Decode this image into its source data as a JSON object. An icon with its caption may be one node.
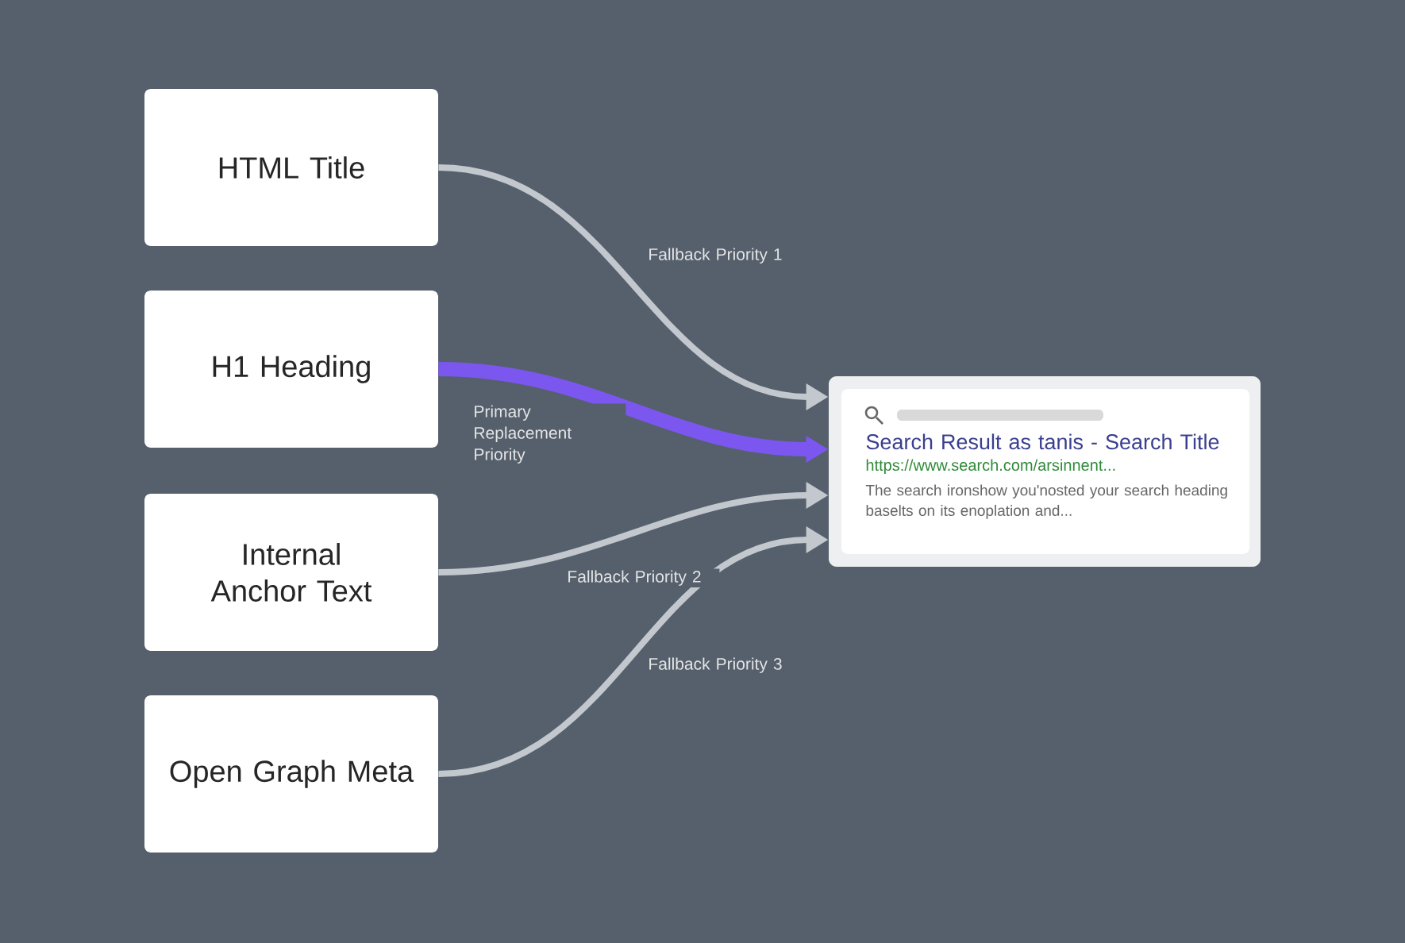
{
  "diagram": {
    "nodes": [
      {
        "text": [
          "HTML Title"
        ]
      },
      {
        "text": [
          "H1 Heading"
        ]
      },
      {
        "text": [
          "Internal Anchor Text"
        ]
      },
      {
        "text": [
          "Open Graph Meta"
        ]
      },
      {
        "text": [
          "Search Result as tanis - Search Title",
          "https://www.search.com/arsinnent...",
          "The search ironshow you'nosted your search heading baselts on its enoplation and..."
        ]
      }
    ],
    "edges": [
      {
        "from": 0,
        "to": 4,
        "arrow": "to",
        "label": "Fallback Priority 1"
      },
      {
        "from": 1,
        "to": 4,
        "arrow": "to",
        "label": "Primary Replacement Priority",
        "style": "thick",
        "color": "#7b57f0"
      },
      {
        "from": 2,
        "to": 4,
        "arrow": "to",
        "label": "Fallback Priority 2"
      },
      {
        "from": 3,
        "to": 4,
        "arrow": "to",
        "label": "Fallback Priority 3"
      }
    ]
  }
}
